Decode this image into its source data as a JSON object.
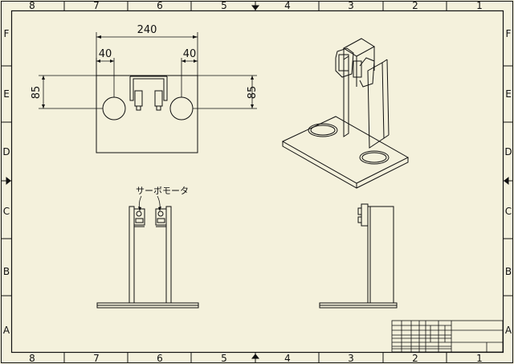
{
  "colors": {
    "paper": "#f4f1dc",
    "line": "#111111"
  },
  "border": {
    "columns": [
      "8",
      "7",
      "6",
      "5",
      "4",
      "3",
      "2",
      "1"
    ],
    "rows": [
      "F",
      "E",
      "D",
      "C",
      "B",
      "A"
    ]
  },
  "top_view": {
    "dim_width": "240",
    "dim_left_offset": "40",
    "dim_right_offset": "40",
    "dim_left_height": "85",
    "dim_right_height": "85"
  },
  "front_view": {
    "callout": "サーボモータ"
  },
  "icons": {
    "center_marker": "triangle-marker-icon"
  }
}
